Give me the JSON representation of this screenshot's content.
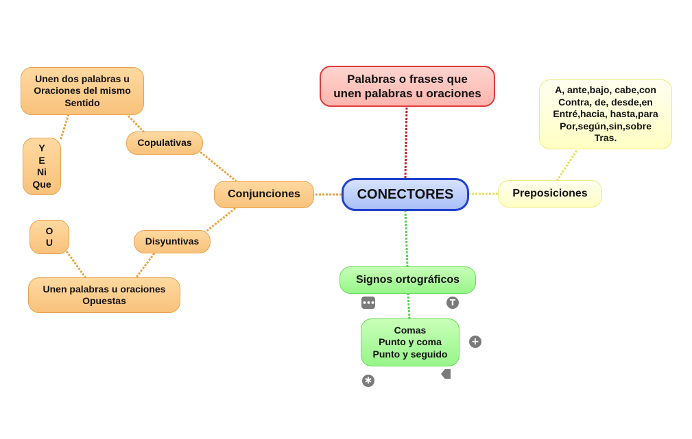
{
  "diagram": {
    "center": "CONECTORES",
    "definition": "Palabras o frases que\nunen palabras u oraciones",
    "conjunciones": "Conjunciones",
    "copulativas": "Copulativas",
    "copulativas_desc": "Unen dos palabras u\nOraciones del mismo\nSentido",
    "copulativas_ej": "Y\nE\nNi\nQue",
    "disyuntivas": "Disyuntivas",
    "disyuntivas_ej": "O\nU",
    "disyuntivas_desc": "Unen palabras u oraciones\nOpuestas",
    "preposiciones": "Preposiciones",
    "preposiciones_ej": "A, ante,bajo, cabe,con\nContra, de, desde,en\nEntré,hacia, hasta,para\nPor,según,sin,sobre\nTras.",
    "signos": "Signos ortográficos",
    "signos_ej": "Comas\nPunto y coma\nPunto y seguido"
  },
  "colors": {
    "orange_link": "#e8a33d",
    "red_link": "#c8202a",
    "yellow_link": "#e6e05a",
    "green_link": "#55d04a",
    "center_border": "#1f3fcc"
  },
  "controls": {
    "notes_icon": "ellipsis-icon",
    "text_icon": "text-icon",
    "add_icon": "plus-icon",
    "tag_icon": "tag-icon",
    "star_icon": "asterisk-icon"
  }
}
